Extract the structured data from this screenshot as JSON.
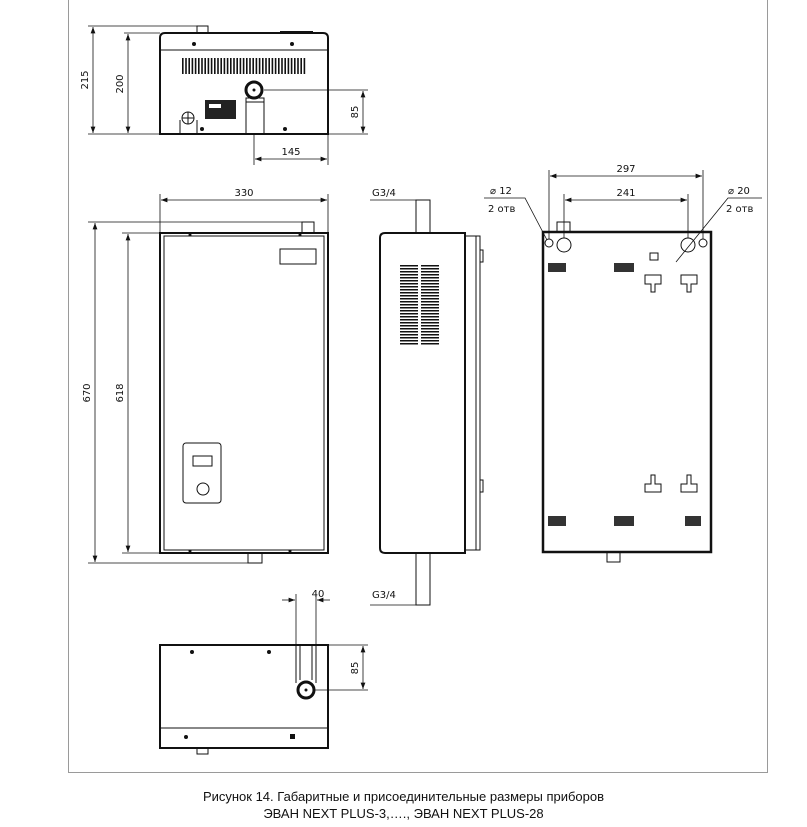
{
  "drawing": {
    "top_view": {
      "height_total": "215",
      "height_body": "200",
      "outlet_height": "85",
      "outlet_offset": "145"
    },
    "front_view": {
      "width": "330",
      "height_total": "670",
      "height_body": "618"
    },
    "side_view": {
      "thread_top": "G3/4",
      "thread_bottom": "G3/4"
    },
    "back_view": {
      "outer_spacing": "297",
      "inner_spacing": "241",
      "small_hole_dia": "⌀ 12",
      "small_hole_count": "2 отв",
      "large_hole_dia": "⌀ 20",
      "large_hole_count": "2 отв"
    },
    "bottom_view": {
      "pipe_width": "40",
      "pipe_offset": "85"
    }
  },
  "caption": {
    "line1": "Рисунок 14. Габаритные и присоединительные размеры приборов",
    "line2": "ЭВАН NEXT PLUS-3,…., ЭВАН NEXT PLUS-28"
  }
}
